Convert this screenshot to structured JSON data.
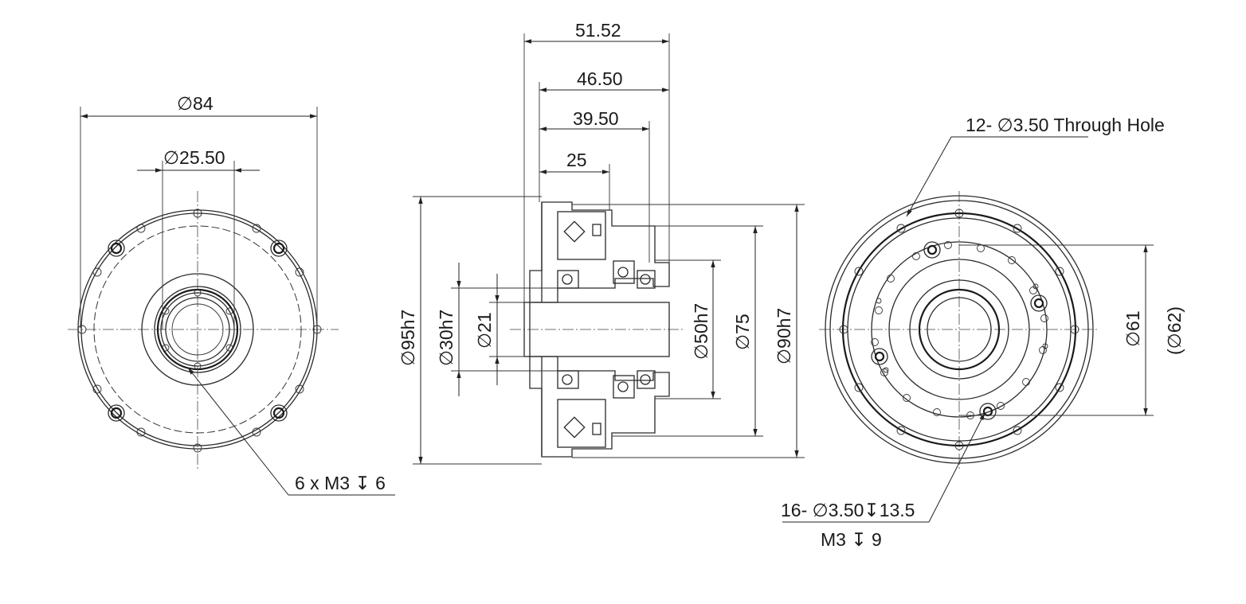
{
  "left_view": {
    "outer_diameter": "∅84",
    "bore_diameter": "∅25.50",
    "thread_callout": "6 x M3 ↧ 6"
  },
  "section_view": {
    "overall_length": "51.52",
    "length_2": "46.50",
    "length_3": "39.50",
    "length_4": "25",
    "dia_95": "∅95h7",
    "dia_30": "∅30h7",
    "dia_21": "∅21",
    "dia_50": "∅50h7",
    "dia_75": "∅75",
    "dia_90": "∅90h7"
  },
  "right_view": {
    "through_hole_callout": "12- ∅3.50 Through Hole",
    "hole_pattern_callout": "16- ∅3.50↧13.5",
    "thread_callout": "M3 ↧ 9",
    "pcd_61": "∅61",
    "pcd_62": "(∅62)"
  }
}
